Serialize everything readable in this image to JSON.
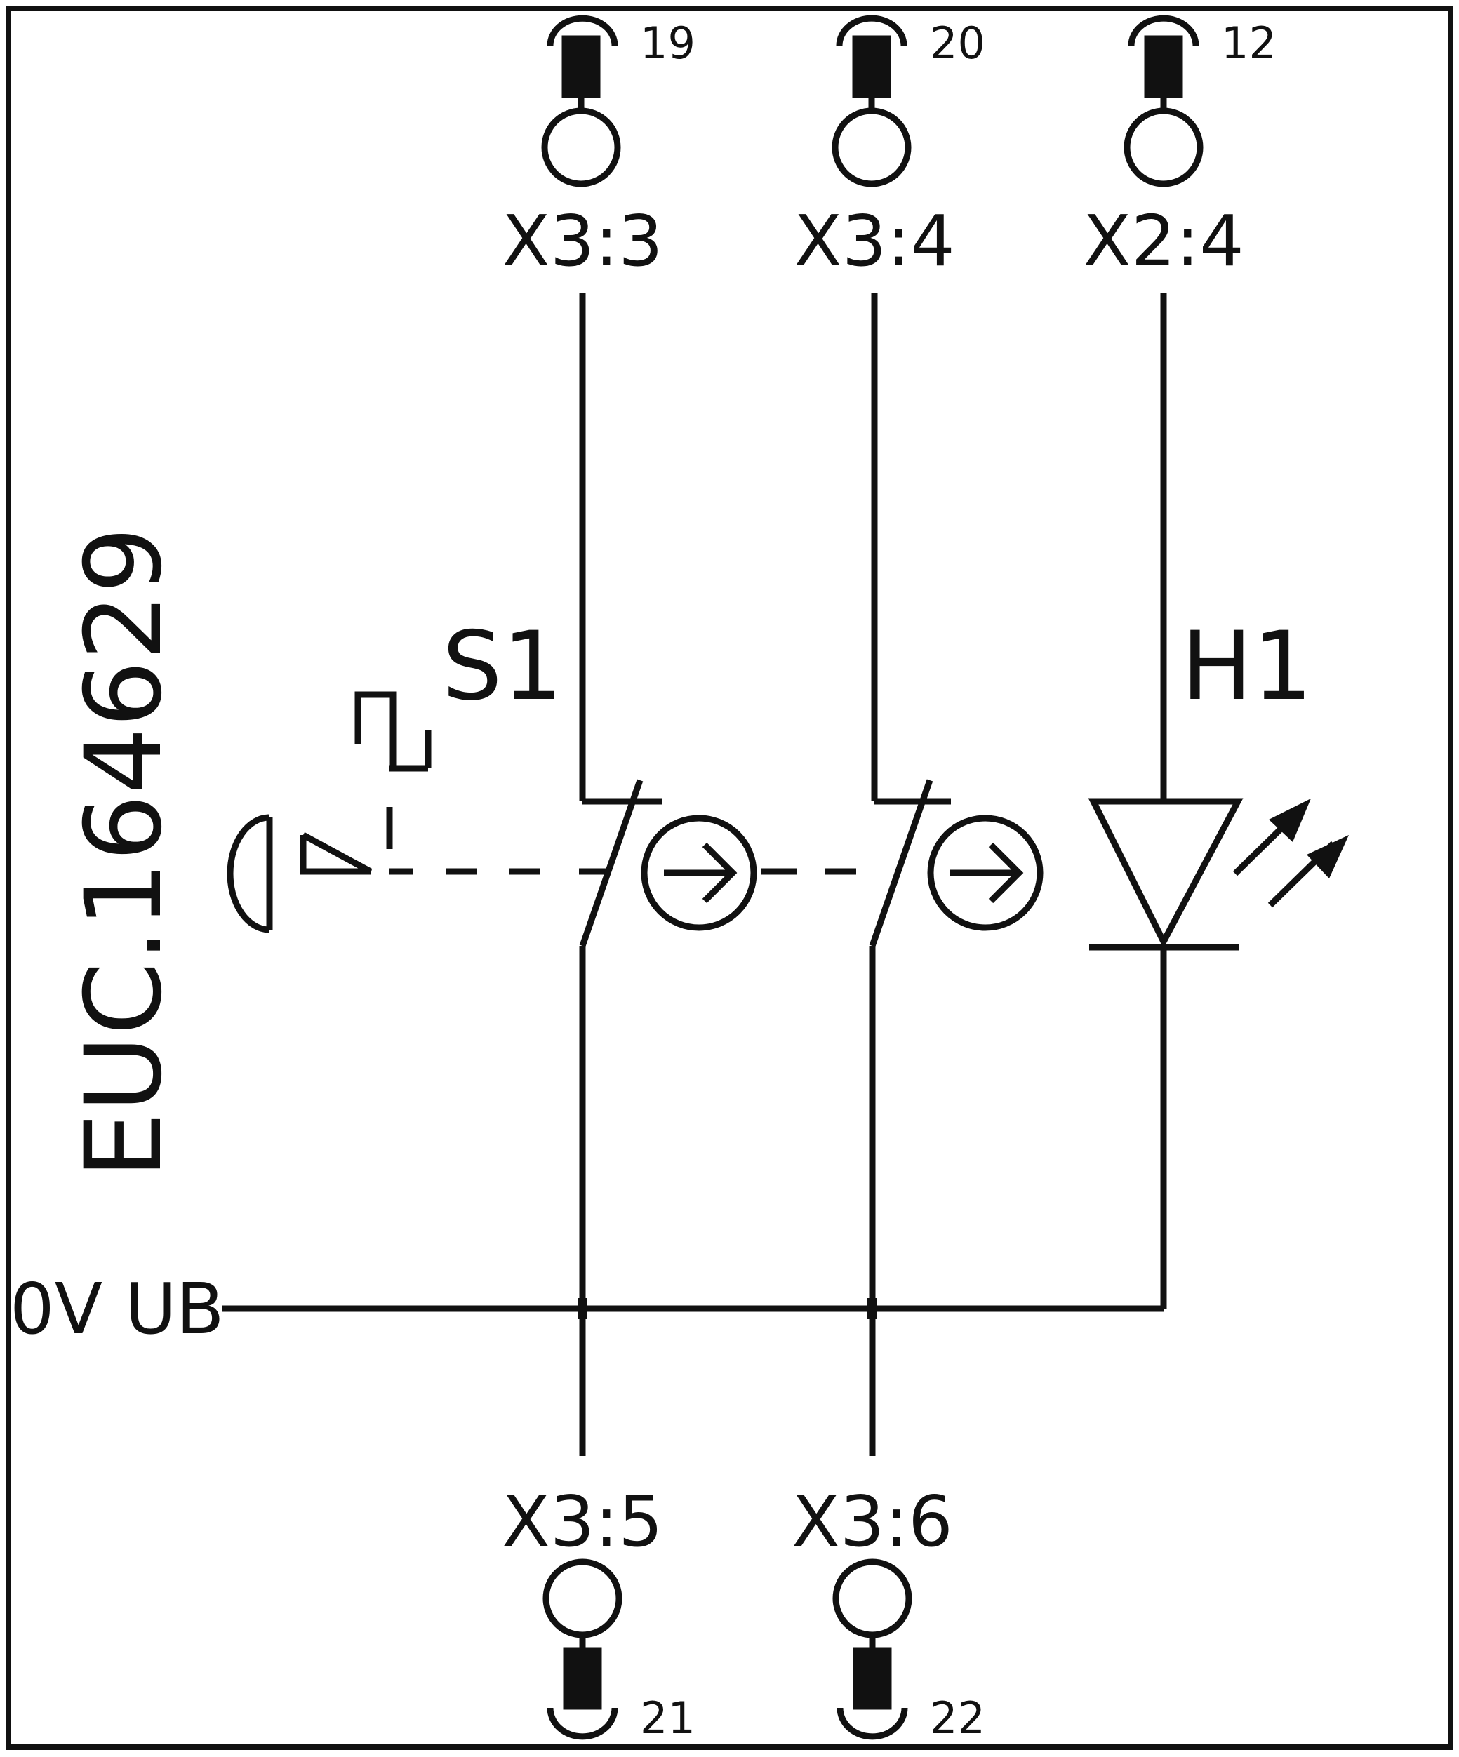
{
  "diagram": {
    "device_code": "EUC.164629",
    "switch_ref": "S1",
    "lamp_ref": "H1",
    "supply_label": "0V UB",
    "top_terminals": [
      {
        "pin": "19",
        "label": "X3:3"
      },
      {
        "pin": "20",
        "label": "X3:4"
      },
      {
        "pin": "12",
        "label": "X2:4"
      }
    ],
    "bottom_terminals": [
      {
        "pin": "21",
        "label": "X3:5"
      },
      {
        "pin": "22",
        "label": "X3:6"
      }
    ]
  },
  "colors": {
    "stroke": "#111111",
    "background": "#ffffff"
  }
}
